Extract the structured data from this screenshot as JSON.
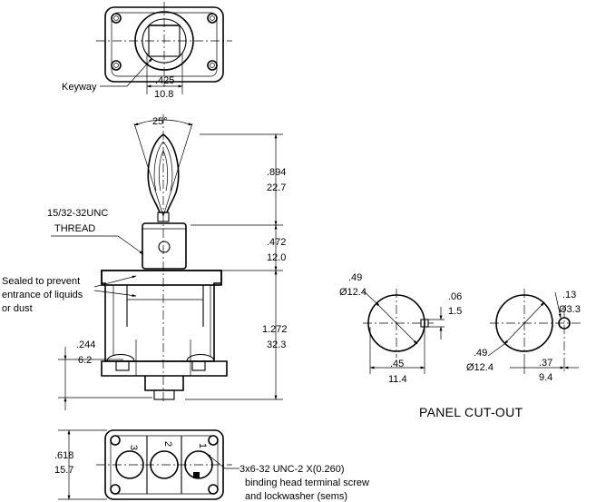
{
  "callouts": {
    "keyway": "Keyway",
    "thread_line1": "15/32-32UNC",
    "thread_line2": "THREAD",
    "sealed_line1": "Sealed to prevent",
    "sealed_line2": "entrance of liquids",
    "sealed_line3": "or dust",
    "screw_line1": "3x6-32 UNC-2 X(0.260)",
    "screw_line2": "binding head terminal screw",
    "screw_line3": "and lockwasher (sems)"
  },
  "dimensions": {
    "keyway_in": ".425",
    "keyway_mm": "10.8",
    "angle": "25°",
    "lever_in": ".894",
    "lever_mm": "22.7",
    "bushing_in": ".472",
    "bushing_mm": "12.0",
    "body_in": "1.272",
    "body_mm": "32.3",
    "terminal_in": ".244",
    "terminal_mm": "6.2",
    "base_in": ".618",
    "base_mm": "15.7"
  },
  "terminal_numbers": [
    "3",
    "2",
    "1"
  ],
  "cutout": {
    "title": "PANEL CUT-OUT",
    "left": {
      "dia_in": ".49",
      "dia_mm": "Ø12.4",
      "key_in": ".06",
      "key_mm": "1.5",
      "offset_in": ".45",
      "offset_mm": "11.4"
    },
    "right": {
      "dia_in": ".49",
      "dia_mm": "Ø12.4",
      "hole_in": ".13",
      "hole_mm": "Ø3.3",
      "offset_in": ".37",
      "offset_mm": "9.4"
    }
  }
}
